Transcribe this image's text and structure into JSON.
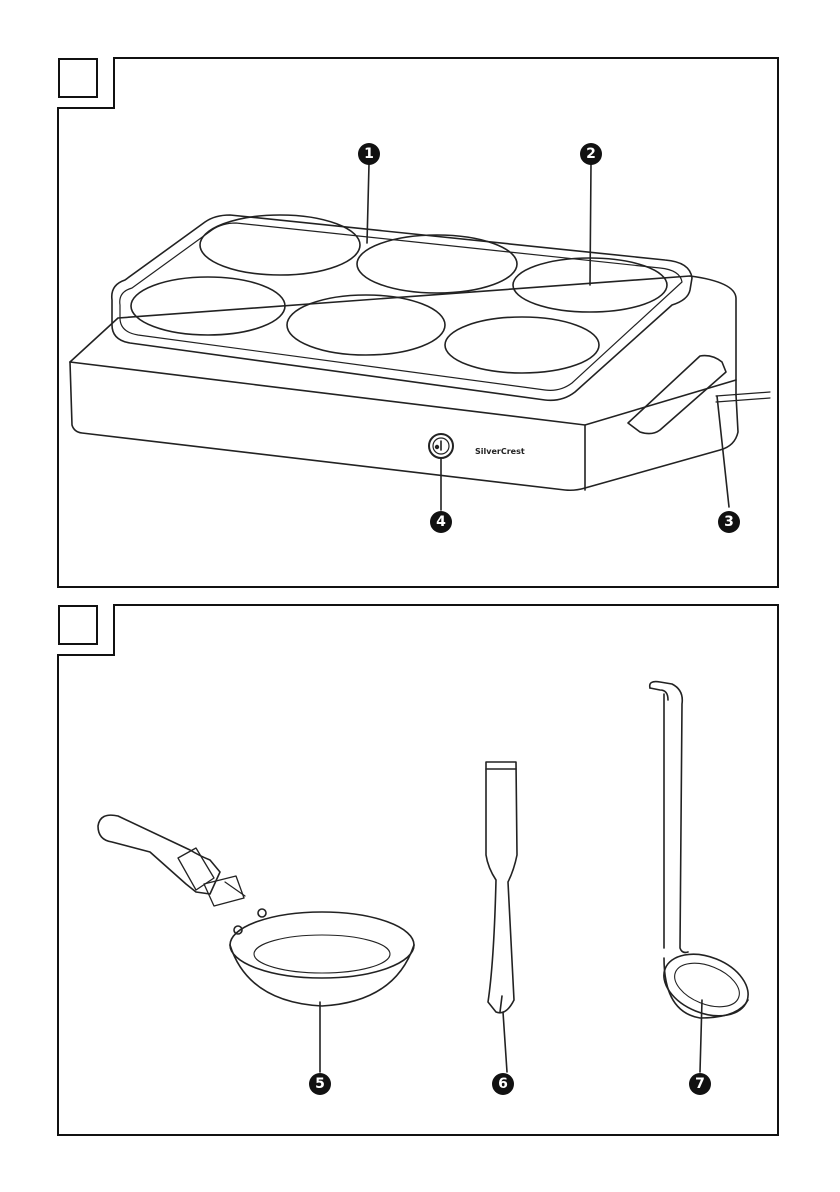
{
  "brand": {
    "logo_text": "SilverCrest"
  },
  "figure_1": {
    "callouts": [
      "1",
      "2",
      "3",
      "4"
    ]
  },
  "figure_2": {
    "callouts": [
      "5",
      "6",
      "7"
    ]
  }
}
